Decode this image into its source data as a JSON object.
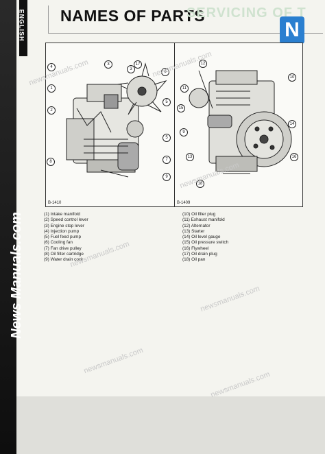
{
  "header": {
    "language_tab": "ENGLISH",
    "title": "NAMES OF PARTS",
    "faded_heading": "SERVICING OF T"
  },
  "branding": {
    "logo_letter": "N",
    "side_watermark": "News Manuals.com",
    "watermark": "newsmanuals.com",
    "logo_color": "#2a7fd0"
  },
  "figures": {
    "left_id": "B-1410",
    "right_id": "B-1409",
    "left_callouts": [
      "4",
      "3",
      "1",
      "2",
      "3",
      "5",
      "6",
      "5",
      "7",
      "8",
      "9",
      "17"
    ],
    "right_callouts": [
      "10",
      "11",
      "12",
      "15",
      "9",
      "13",
      "14",
      "16",
      "18"
    ]
  },
  "parts_left": [
    "(1) Intake manifold",
    "(2) Speed control lever",
    "(3) Engine stop lever",
    "(4) Injection pump",
    "(5) Fuel feed pump",
    "(6) Cooling fan",
    "(7) Fan drive pulley",
    "(8) Oil filter cartridge",
    "(9) Water drain cock"
  ],
  "parts_right": [
    "(10) Oil filler plug",
    "(11) Exhaust manifold",
    "(12) Alternator",
    "(13) Starter",
    "(14) Oil level gauge",
    "(15) Oil pressure switch",
    "(16) Flywheel",
    "(17) Oil drain plug",
    "(18) Oil pan"
  ]
}
